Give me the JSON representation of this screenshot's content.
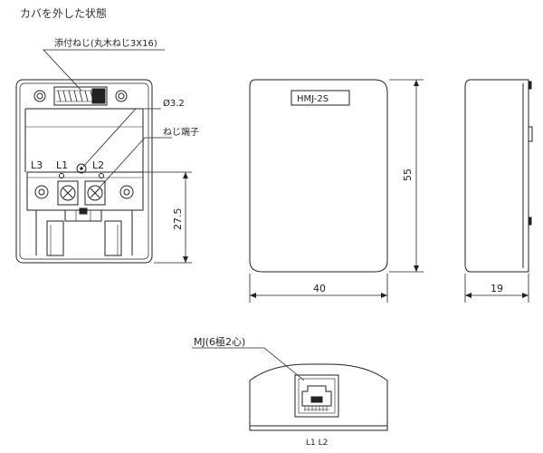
{
  "title": "カバを外した状態",
  "labels": {
    "screw": "添付ねじ(丸木ねじ3X16)",
    "hole": "Ø3.2",
    "terminal": "ねじ端子",
    "l3": "L3",
    "l1": "L1",
    "l2": "L2",
    "model": "HMJ-2S",
    "mj": "MJ(6極2心)",
    "bottom_l": "L1 L2"
  },
  "dimensions": {
    "height_left": "27.5",
    "height_front": "55",
    "width_front": "40",
    "depth_side": "19"
  }
}
